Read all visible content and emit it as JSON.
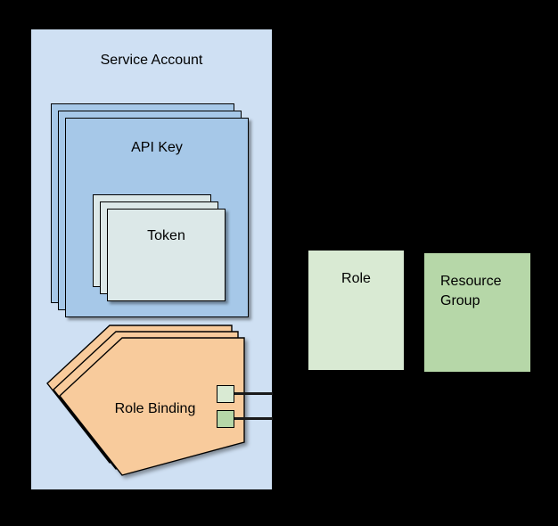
{
  "diagram": {
    "title_text": "Service Account",
    "background_color": "#000000",
    "service_account": {
      "label": "Service Account",
      "fill": "#cfe0f3"
    },
    "api_key": {
      "label": "API Key",
      "fill": "#a6c8e8",
      "stack_count": 3
    },
    "token": {
      "label": "Token",
      "fill": "#dce8e8",
      "stack_count": 3
    },
    "role_binding": {
      "label": "Role Binding",
      "fill": "#f8cb9c",
      "stroke": "#000000",
      "stack_count": 3,
      "shape": "left-arrow"
    },
    "connectors": [
      {
        "name": "role-connector",
        "color": "#d9ead3"
      },
      {
        "name": "resource-group-connector",
        "color": "#b6d7a8"
      }
    ],
    "role": {
      "label": "Role",
      "fill": "#d9ead3"
    },
    "resource_group": {
      "label_line1": "Resource",
      "label_line2": "Group",
      "fill": "#b6d7a8"
    }
  }
}
